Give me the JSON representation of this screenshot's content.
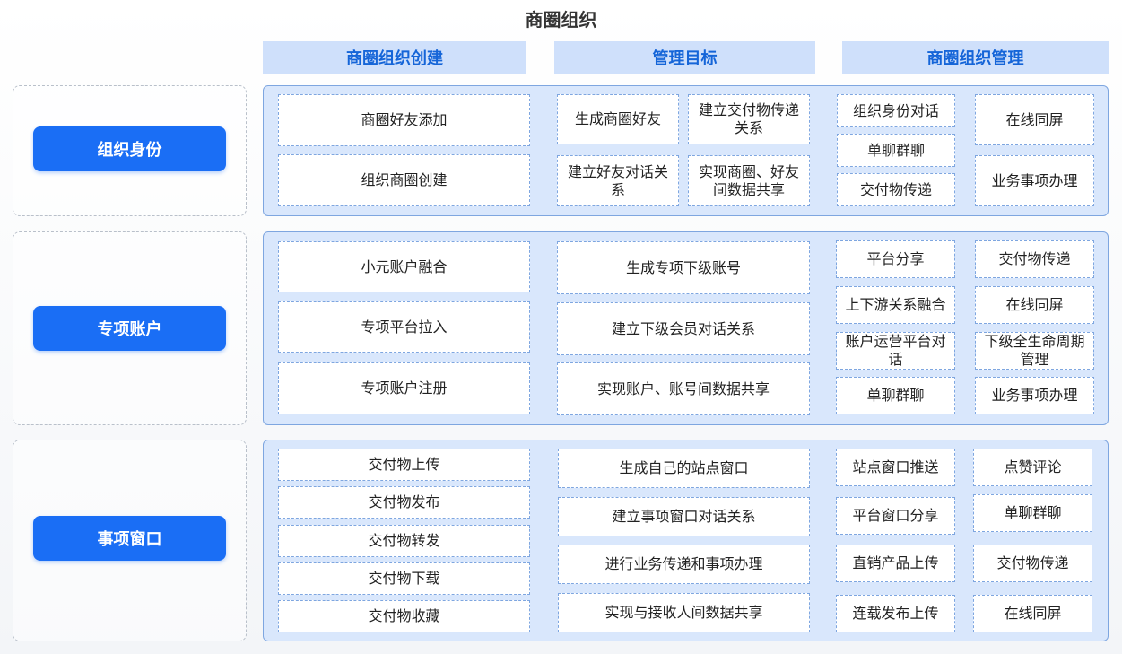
{
  "title": "商圈组织",
  "columns": [
    "商圈组织创建",
    "管理目标",
    "商圈组织管理"
  ],
  "rows": [
    {
      "label": "组织身份",
      "create": [
        "商圈好友添加",
        "组织商圈创建"
      ],
      "goals": [
        "生成商圈好友",
        "建立交付物传递关系",
        "建立好友对话关系",
        "实现商圈、好友间数据共享"
      ],
      "manage_left": [
        "组织身份对话",
        "单聊群聊",
        "交付物传递"
      ],
      "manage_right": [
        "在线同屏",
        "业务事项办理"
      ]
    },
    {
      "label": "专项账户",
      "create": [
        "小元账户融合",
        "专项平台拉入",
        "专项账户注册"
      ],
      "goals": [
        "生成专项下级账号",
        "建立下级会员对话关系",
        "实现账户、账号间数据共享"
      ],
      "manage_left": [
        "平台分享",
        "上下游关系融合",
        "账户运营平台对话",
        "单聊群聊"
      ],
      "manage_right": [
        "交付物传递",
        "在线同屏",
        "下级全生命周期管理",
        "业务事项办理"
      ]
    },
    {
      "label": "事项窗口",
      "create": [
        "交付物上传",
        "交付物发布",
        "交付物转发",
        "交付物下载",
        "交付物收藏"
      ],
      "goals": [
        "生成自己的站点窗口",
        "建立事项窗口对话关系",
        "进行业务传递和事项办理",
        "实现与接收人间数据共享"
      ],
      "manage_left": [
        "站点窗口推送",
        "平台窗口分享",
        "直销产品上传",
        "连载发布上传"
      ],
      "manage_right": [
        "点赞评论",
        "单聊群聊",
        "交付物传递",
        "在线同屏"
      ]
    }
  ]
}
